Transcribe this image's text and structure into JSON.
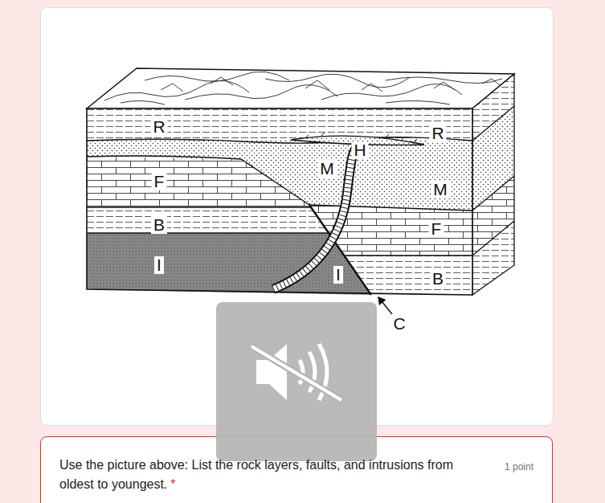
{
  "diagram": {
    "nodes": [
      {
        "text": [
          "Use the picture above: List the rock layers, faults, and intrusions from oldest to youngest.",
          "*",
          "1 point"
        ]
      }
    ],
    "labels": [
      "R",
      "R",
      "H",
      "M",
      "F",
      "M",
      "B",
      "F",
      "I",
      "I",
      "B",
      "C"
    ]
  }
}
